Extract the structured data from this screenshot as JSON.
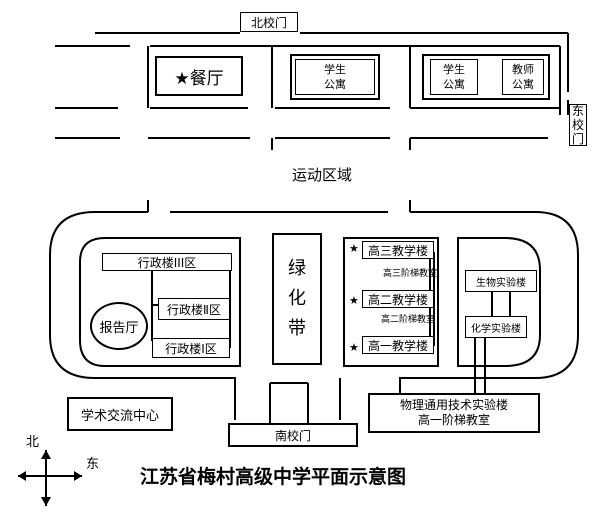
{
  "title": "江苏省梅村高级中学平面示意图",
  "gates": {
    "north": "北校门",
    "east": "东校门",
    "south": "南校门"
  },
  "buildings": {
    "canteen": "★餐厅",
    "student_apartment_1": "学生公寓",
    "student_apartment_2": "学生公寓",
    "teacher_apartment": "教师公寓",
    "sports_area": "运动区域",
    "admin_3": "行政楼III区",
    "admin_2": "行政楼Ⅱ区",
    "admin_1": "行政楼Ⅰ区",
    "report_hall": "报告厅",
    "green_belt": "绿化带",
    "senior3": "高三教学楼",
    "senior3_stair": "高三阶梯教室",
    "senior2": "高二教学楼",
    "senior2_stair": "高二阶梯教室",
    "senior1": "高一教学楼",
    "bio_lab": "生物实验楼",
    "chem_lab": "化学实验楼",
    "academic_center": "学术交流中心",
    "physics_lab_line1": "物理通用技术实验楼",
    "physics_lab_line2": "高一阶梯教室"
  },
  "compass": {
    "north": "北",
    "east": "东"
  },
  "markers": {
    "star": "★"
  }
}
